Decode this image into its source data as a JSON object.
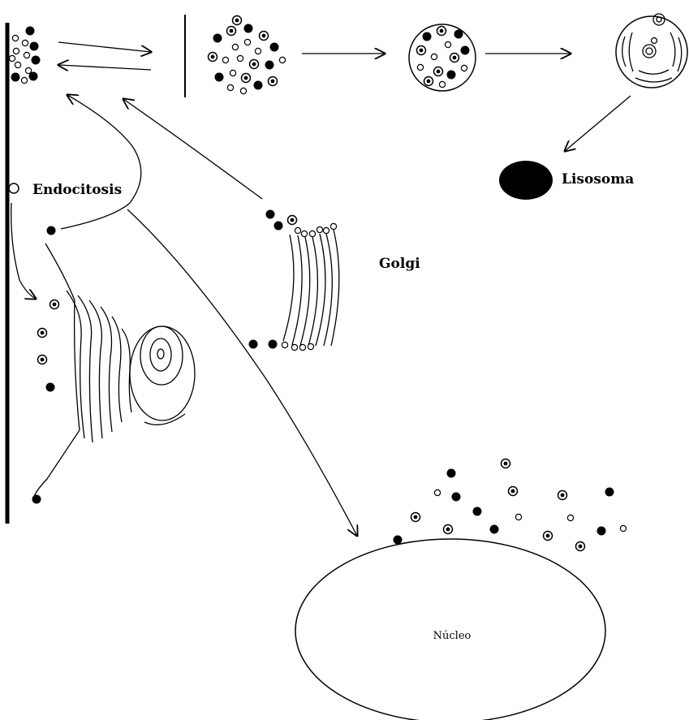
{
  "labels": {
    "endocitosis": "Endocitosis",
    "lisosoma": "Lisosoma",
    "golgi": "Golgi",
    "nucleo": "Núcleo"
  },
  "colors": {
    "ink": "#000000",
    "background": "#ffffff"
  },
  "icons": [
    "filled-particle",
    "hollow-particle",
    "dotted-particle"
  ]
}
